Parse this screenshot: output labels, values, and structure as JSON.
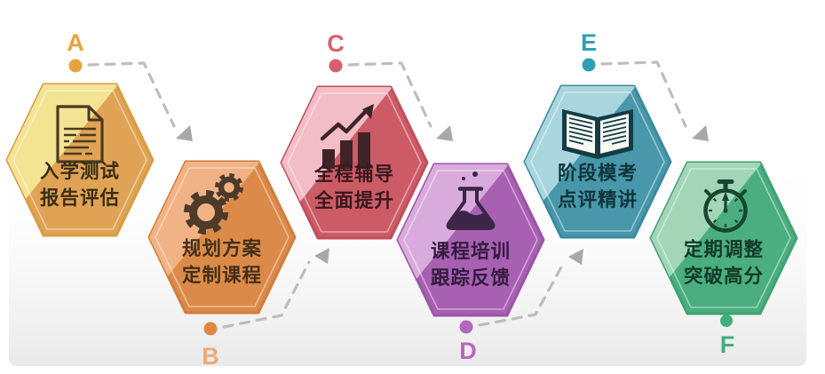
{
  "background": {
    "panel_color": "#e9e9e9"
  },
  "connector": {
    "dash_color": "#bdbdbd",
    "arrow_color": "#a8a8a8"
  },
  "steps": [
    {
      "letter": "A",
      "line1": "入学测试",
      "line2": "报告评估",
      "icon": "document-icon",
      "color_light": "#F3E494",
      "color_dark": "#E0A355",
      "color_border": "#D89B42",
      "color_ink": "#4A3A20",
      "color_text": "#3B2D12",
      "label_color": "#E8A33D",
      "dot_color": "#E8A33D"
    },
    {
      "letter": "B",
      "line1": "规划方案",
      "line2": "定制课程",
      "icon": "gears-icon",
      "color_light": "#F1B286",
      "color_dark": "#DC8A49",
      "color_border": "#CE7E3A",
      "color_ink": "#4D3A28",
      "color_text": "#442F19",
      "label_color": "#F0A977",
      "dot_color": "#E08742"
    },
    {
      "letter": "C",
      "line1": "全程辅导",
      "line2": "全面提升",
      "icon": "growth-chart-icon",
      "color_light": "#F3BDC7",
      "color_dark": "#CC5B66",
      "color_border": "#BF4F5C",
      "color_ink": "#3F2327",
      "color_text": "#38191E",
      "label_color": "#D95F6C",
      "dot_color": "#D95F6C"
    },
    {
      "letter": "D",
      "line1": "课程培训",
      "line2": "跟踪反馈",
      "icon": "flask-icon",
      "color_light": "#D9ABDC",
      "color_dark": "#A860B2",
      "color_border": "#9B53A6",
      "color_ink": "#3C2547",
      "color_text": "#321C3D",
      "label_color": "#B767C0",
      "dot_color": "#B565BE"
    },
    {
      "letter": "E",
      "line1": "阶段模考",
      "line2": "点评精讲",
      "icon": "open-book-icon",
      "color_light": "#A9D5DE",
      "color_dark": "#4897AA",
      "color_border": "#3C8A9D",
      "color_ink": "#143C44",
      "color_text": "#0F343C",
      "label_color": "#2FA0B6",
      "dot_color": "#2E9FB5"
    },
    {
      "letter": "F",
      "line1": "定期调整",
      "line2": "突破高分",
      "icon": "stopwatch-icon",
      "color_light": "#A2D6B7",
      "color_dark": "#4BAE80",
      "color_border": "#3FA272",
      "color_ink": "#174631",
      "color_text": "#123A28",
      "label_color": "#41AE7D",
      "dot_color": "#3FAE7D"
    }
  ]
}
